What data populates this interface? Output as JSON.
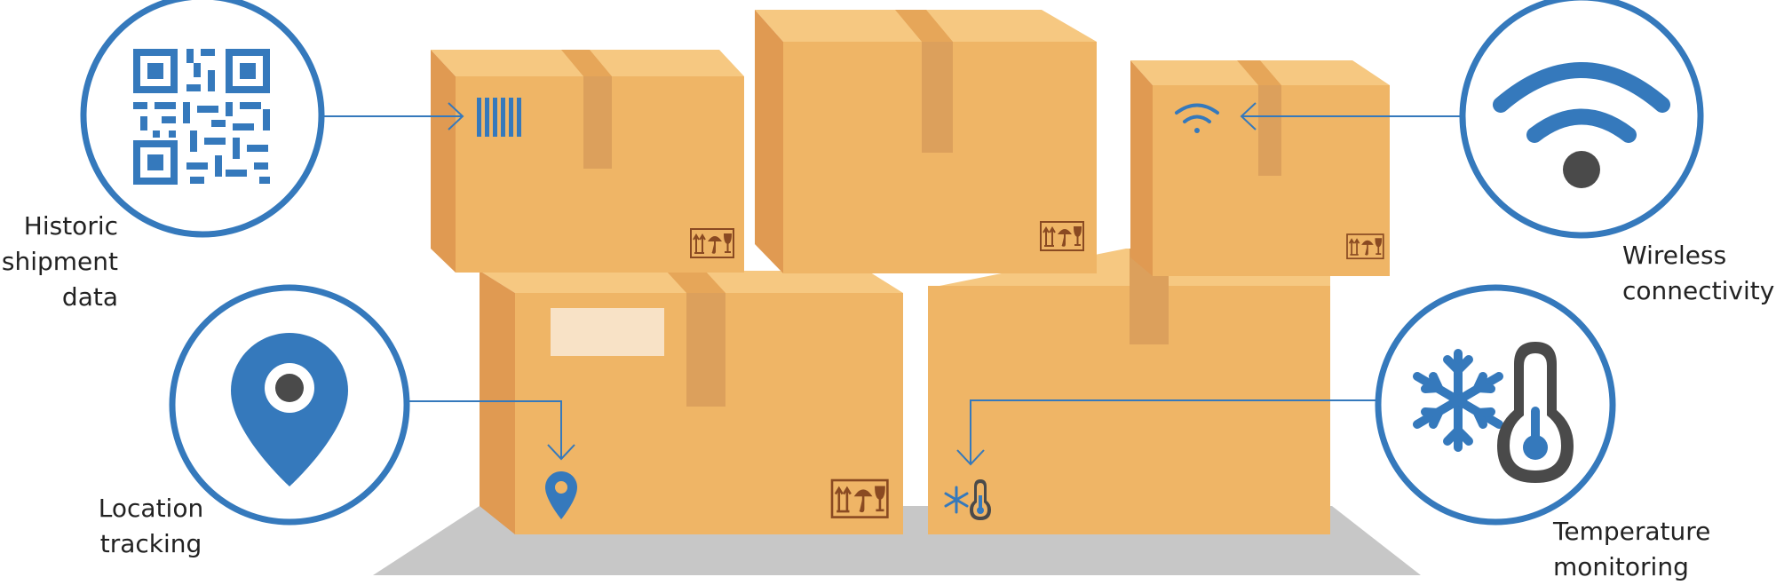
{
  "colors": {
    "accent_blue": "#3579bc",
    "icon_gray": "#4a4a4a",
    "box_front": "#efb566",
    "box_side": "#e09a52",
    "box_top": "#f6c881",
    "tape": "#dca05c",
    "floor": "#c7c7c7",
    "label_sticker": "#f8e2c6"
  },
  "features": [
    {
      "id": "historic-shipment-data",
      "icon": "qr-code-icon",
      "box_marker": "barcode-icon",
      "label_lines": [
        "Historic",
        "shipment",
        "data"
      ]
    },
    {
      "id": "location-tracking",
      "icon": "map-pin-icon",
      "box_marker": "map-pin-icon",
      "label_lines": [
        "Location",
        "tracking"
      ]
    },
    {
      "id": "wireless-connectivity",
      "icon": "wifi-icon",
      "box_marker": "wifi-icon",
      "label_lines": [
        "Wireless",
        "connectivity"
      ]
    },
    {
      "id": "temperature-monitoring",
      "icon": "snowflake-thermometer-icon",
      "box_marker": "snowflake-thermometer-icon",
      "label_lines": [
        "Temperature",
        "monitoring"
      ]
    }
  ],
  "box_handling_symbols": "this-side-up, fragile, keep-dry"
}
